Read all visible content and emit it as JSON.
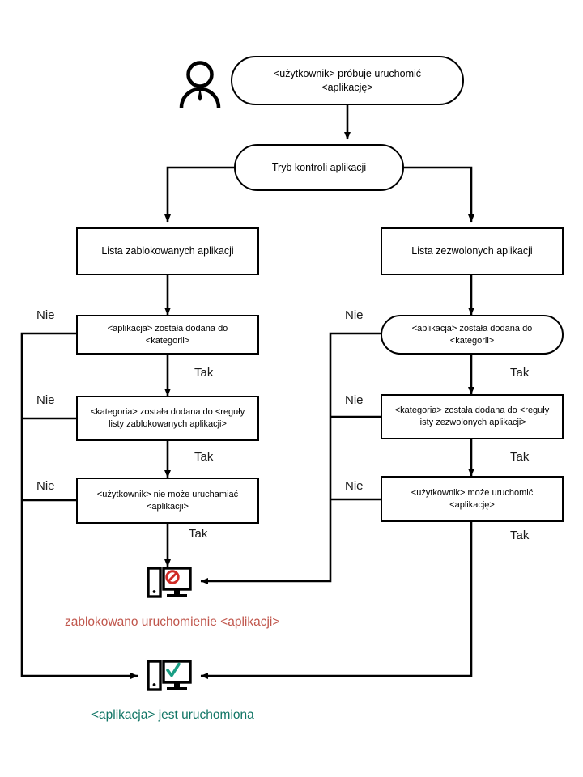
{
  "diagram": {
    "title_nodes": {
      "start": {
        "label": "<użytkownik> próbuje uruchomić <aplikację>",
        "line1": "<użytkownik> próbuje uruchomić",
        "line2": "<aplikację>"
      },
      "mode": {
        "label": "Tryb kontroli aplikacji"
      },
      "denylist": {
        "label": "Lista zablokowanych aplikacji"
      },
      "allowlist": {
        "label": "Lista zezwolonych aplikacji"
      },
      "left_d1": {
        "label": "<aplikacja> została dodana do <kategorii>"
      },
      "left_d2": {
        "line1": "<kategoria> została dodana do <reguły",
        "line2": "listy zablokowanych aplikacji>"
      },
      "left_d3": {
        "line1": "<użytkownik> nie może uruchamiać",
        "line2": "<aplikacji>"
      },
      "right_d1": {
        "label": "<aplikacja> została dodana do <kategorii>"
      },
      "right_d2": {
        "line1": "<kategoria> została dodana do <reguły",
        "line2": "listy zezwolonych aplikacji>"
      },
      "right_d3": {
        "label": "<użytkownik> może uruchomić <aplikację>"
      }
    },
    "edge_labels": {
      "no": "Nie",
      "yes": "Tak",
      "left_no_1": "Nie",
      "left_no_2": "Nie",
      "left_no_3": "Nie",
      "left_yes_1": "Tak",
      "left_yes_2": "Tak",
      "left_yes_3": "Tak",
      "right_no_1": "Nie",
      "right_no_2": "Nie",
      "right_no_3": "Nie",
      "right_yes_1": "Tak",
      "right_yes_2": "Tak",
      "right_yes_3": "Tak"
    },
    "outcomes": {
      "blocked": {
        "caption": "zablokowano uruchomienie <aplikacji>",
        "icon": "computer-blocked-icon",
        "color": "#c0564c"
      },
      "allowed": {
        "caption": "<aplikacja> jest uruchomiona",
        "icon": "computer-allowed-icon",
        "color": "#107565"
      }
    },
    "actor": {
      "icon": "user-icon"
    },
    "colors": {
      "stroke": "#000000",
      "background": "#ffffff",
      "blocked": "#c0564c",
      "allowed": "#107565"
    }
  }
}
